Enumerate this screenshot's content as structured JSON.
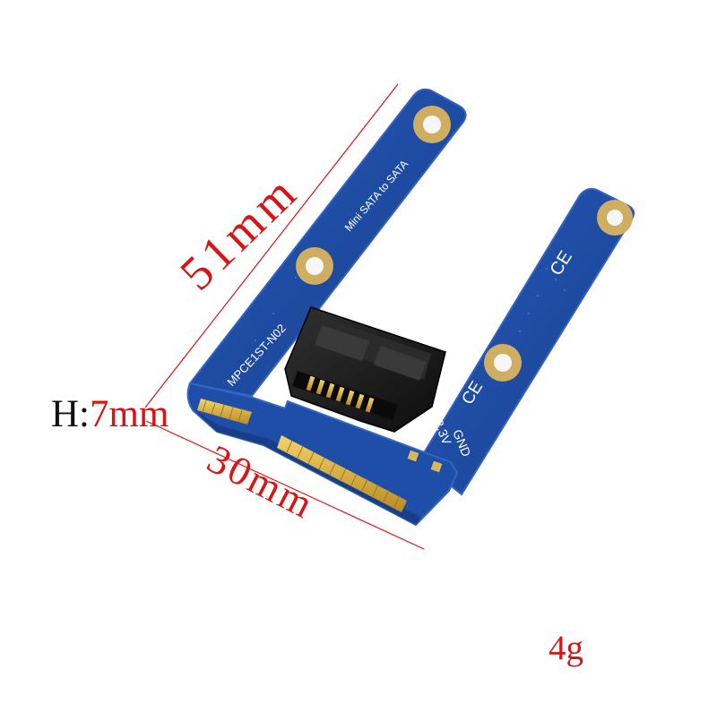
{
  "product": {
    "board_model": "MPCE1ST-N02",
    "board_title": "Mini SATA to SATA",
    "power_labels": [
      "3.3V",
      "GND"
    ],
    "cert_mark": "CE"
  },
  "dimensions": {
    "length": "51mm",
    "width": "30mm",
    "height_prefix": "H:",
    "height_value": "7mm",
    "weight": "4g"
  },
  "colors": {
    "pcb": "#1f4fa6",
    "pcb_dark": "#163e87",
    "connector": "#181818",
    "gold": "#c9a23d",
    "dimension": "#d81515"
  }
}
